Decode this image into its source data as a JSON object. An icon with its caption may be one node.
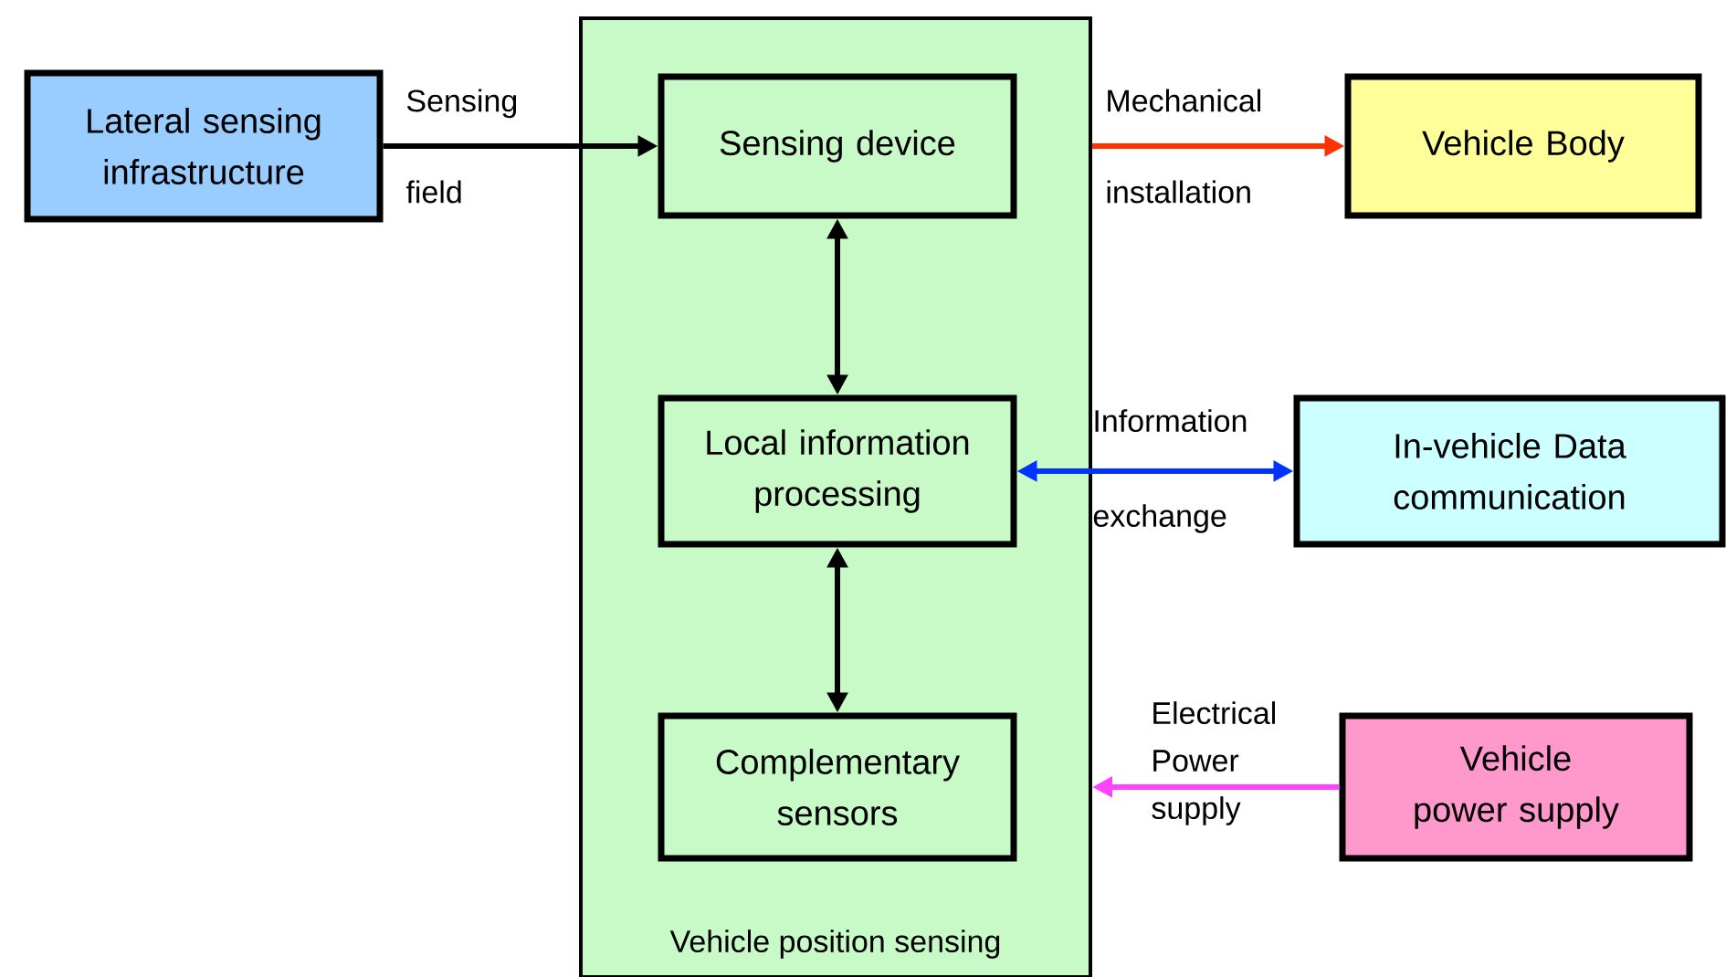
{
  "diagram": {
    "nodes": [
      {
        "text": [
          "Vehicle position sensing"
        ]
      },
      {
        "text": [
          "Sensing device"
        ],
        "in": 0
      },
      {
        "text": [
          "Local information processing"
        ],
        "in": 0
      },
      {
        "text": [
          "Complementary sensors"
        ],
        "in": 0
      },
      {
        "text": [
          "Lateral sensing infrastructure"
        ]
      },
      {
        "text": [
          "Vehicle Body"
        ]
      },
      {
        "text": [
          "In-vehicle Data communication"
        ]
      },
      {
        "text": [
          "Vehicle power supply"
        ]
      }
    ],
    "edges": [
      {
        "from": 4,
        "to": 1,
        "arrow": "to",
        "label": "Sensing field"
      },
      {
        "from": 0,
        "to": 5,
        "arrow": "to",
        "label": "Mechanical installation",
        "color": "#ff3300"
      },
      {
        "from": 1,
        "to": 2,
        "arrow": "both"
      },
      {
        "from": 2,
        "to": 6,
        "arrow": "both",
        "label": "Information exchange",
        "color": "#0033ff"
      },
      {
        "from": 2,
        "to": 3,
        "arrow": "both"
      },
      {
        "from": 7,
        "to": 0,
        "arrow": "to",
        "label": "Electrical Power supply",
        "color": "#ff44ff"
      }
    ]
  }
}
